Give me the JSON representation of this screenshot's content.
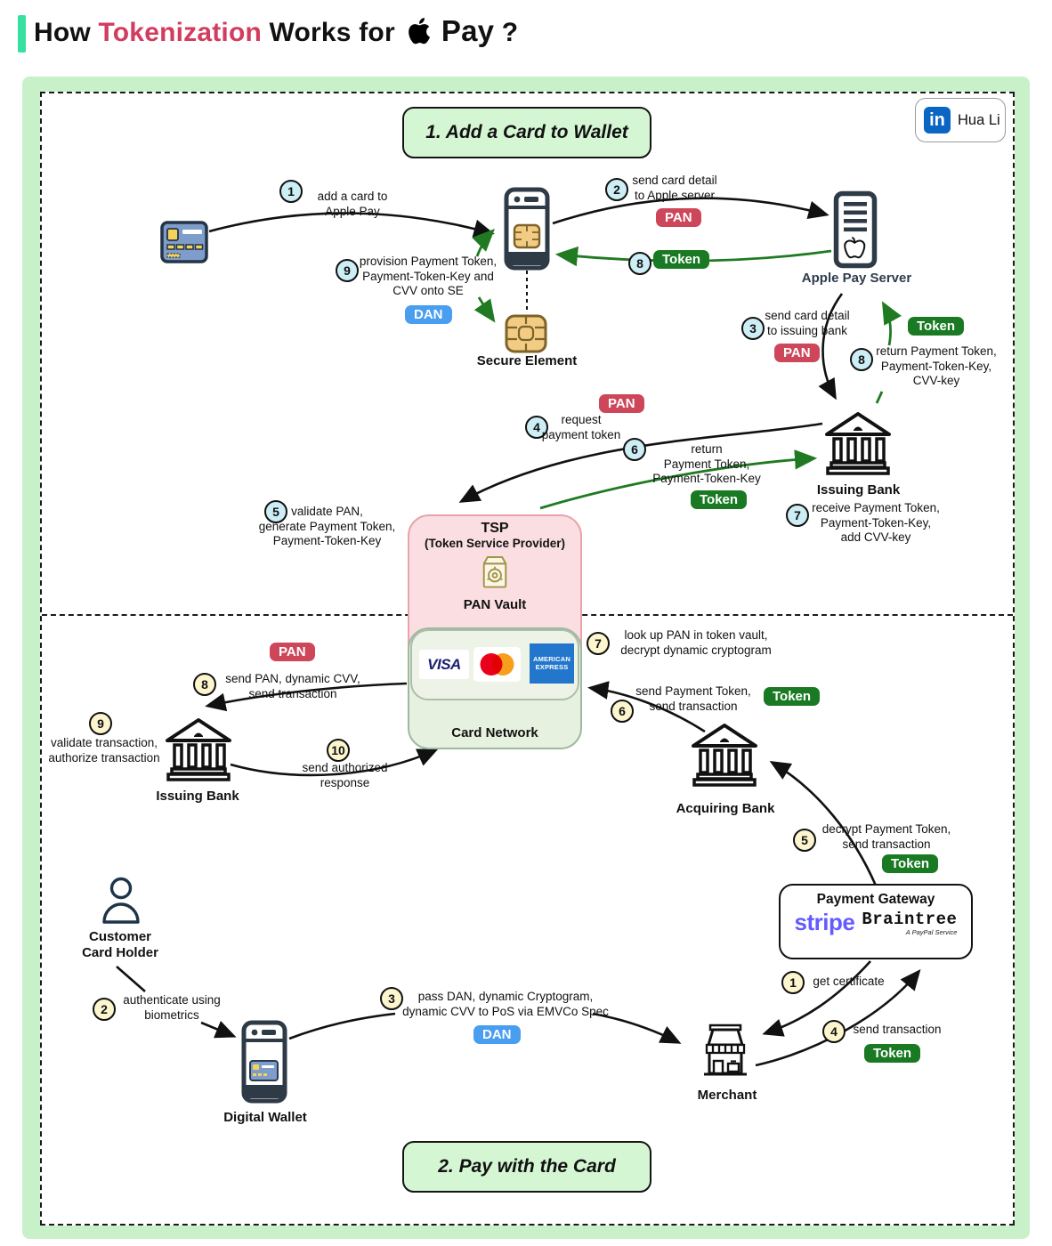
{
  "header": {
    "prefix": "How",
    "highlight": "Tokenization",
    "middle": "Works for",
    "brand": "Pay",
    "question": "?"
  },
  "attribution": {
    "logo_text": "in",
    "name": "Hua Li"
  },
  "labels": {
    "pan": "PAN",
    "token": "Token",
    "dan": "DAN"
  },
  "entities": {
    "apple_server": "Apple Pay Server",
    "secure_element": "Secure Element",
    "issuing_bank_1": "Issuing Bank",
    "issuing_bank_2": "Issuing Bank",
    "acquiring_bank": "Acquiring Bank",
    "merchant": "Merchant",
    "digital_wallet": "Digital Wallet",
    "customer": "Customer\nCard Holder",
    "tsp_line1": "TSP",
    "tsp_line2": "(Token Service Provider)",
    "pan_vault": "PAN Vault",
    "card_network": "Card Network",
    "payment_gateway": "Payment Gateway"
  },
  "logos": {
    "visa": "VISA",
    "amex_line1": "AMERICAN",
    "amex_line2": "EXPRESS",
    "stripe": "stripe",
    "braintree": "Braintree",
    "paypal": "A PayPal Service"
  },
  "flow1": {
    "title": "1. Add a Card to Wallet",
    "steps": {
      "s1": {
        "num": "1",
        "text": "add a card to\nApple Pay"
      },
      "s2": {
        "num": "2",
        "text": "send card detail\nto Apple server"
      },
      "s3": {
        "num": "3",
        "text": "send card detail\nto issuing bank"
      },
      "s4": {
        "num": "4",
        "text": "request\npayment token"
      },
      "s5": {
        "num": "5",
        "text": "validate PAN,\ngenerate Payment Token,\nPayment-Token-Key"
      },
      "s6": {
        "num": "6",
        "text": "return\nPayment Token,\nPayment-Token-Key"
      },
      "s7": {
        "num": "7",
        "text": "receive Payment Token,\nPayment-Token-Key,\nadd CVV-key"
      },
      "s8_phone": {
        "num": "8"
      },
      "s8_bank": {
        "num": "8",
        "text": "return Payment Token,\nPayment-Token-Key,\nCVV-key"
      },
      "s9": {
        "num": "9",
        "text": "provision Payment Token,\nPayment-Token-Key and\nCVV onto SE"
      }
    }
  },
  "flow2": {
    "title": "2. Pay with the Card",
    "steps": {
      "s1": {
        "num": "1",
        "text": "get certificate"
      },
      "s2": {
        "num": "2",
        "text": "authenticate using\nbiometrics"
      },
      "s3": {
        "num": "3",
        "text": "pass DAN, dynamic Cryptogram,\ndynamic CVV to PoS via EMVCo Spec"
      },
      "s4": {
        "num": "4",
        "text": "send transaction"
      },
      "s5": {
        "num": "5",
        "text": "decrypt Payment Token,\nsend transaction"
      },
      "s6": {
        "num": "6",
        "text": "send Payment Token,\nsend transaction"
      },
      "s7": {
        "num": "7",
        "text": "look up PAN in token vault,\ndecrypt dynamic cryptogram"
      },
      "s8": {
        "num": "8",
        "text": "send PAN, dynamic CVV,\nsend transaction"
      },
      "s9": {
        "num": "9",
        "text": "validate transaction,\nauthorize transaction"
      },
      "s10": {
        "num": "10",
        "text": "send authorized\nresponse"
      }
    }
  },
  "colors": {
    "accent_green": "#35e0a0",
    "highlight_red": "#d23c5f",
    "pan_badge": "#cd465a",
    "token_badge": "#1a7a23",
    "dan_badge": "#4a9ef0",
    "step_circle_flow1": "#cdeef5",
    "step_circle_flow2": "#fdf5cd",
    "frame_green": "#c9f1c9",
    "section_box_green": "#d5f6d3",
    "tsp_pink": "#fbdee1",
    "card_network_green": "#e6f2df",
    "arrow_green": "#1f7a22",
    "stripe_purple": "#635bff",
    "linkedin_blue": "#0a66c2",
    "visa_blue": "#1a1f71",
    "amex_blue": "#2277cc",
    "mc_red": "#eb001b",
    "mc_orange": "#f79e1b"
  }
}
